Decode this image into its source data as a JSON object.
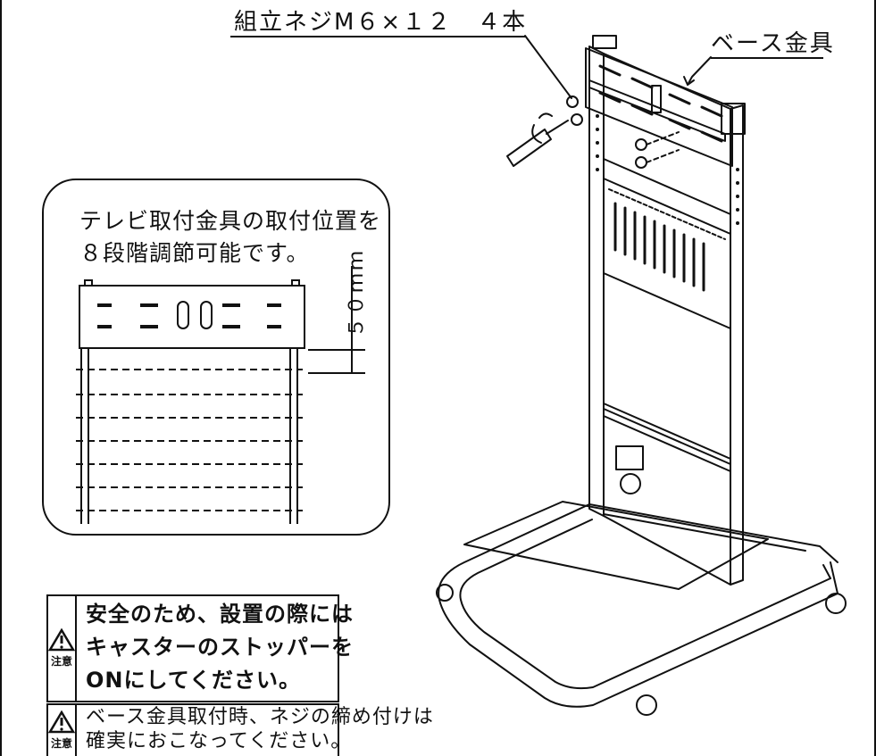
{
  "callouts": {
    "screw": "組立ネジM６×１２　４本",
    "base_bracket": "ベース金具"
  },
  "inset": {
    "line1": "テレビ取付金具の取付位置を",
    "line2": "８段階調節可能です。",
    "dimension": "５０ｍｍ"
  },
  "warnings": [
    {
      "icon": "warning-triangle-icon",
      "tag": "注意",
      "lines": [
        "安全のため、設置の際には",
        "キャスターのストッパーを",
        "ONにしてください。"
      ]
    },
    {
      "icon": "warning-triangle-icon",
      "tag": "注意",
      "lines": [
        "ベース金具取付時、ネジの締め付けは",
        "確実におこなってください。"
      ]
    }
  ]
}
